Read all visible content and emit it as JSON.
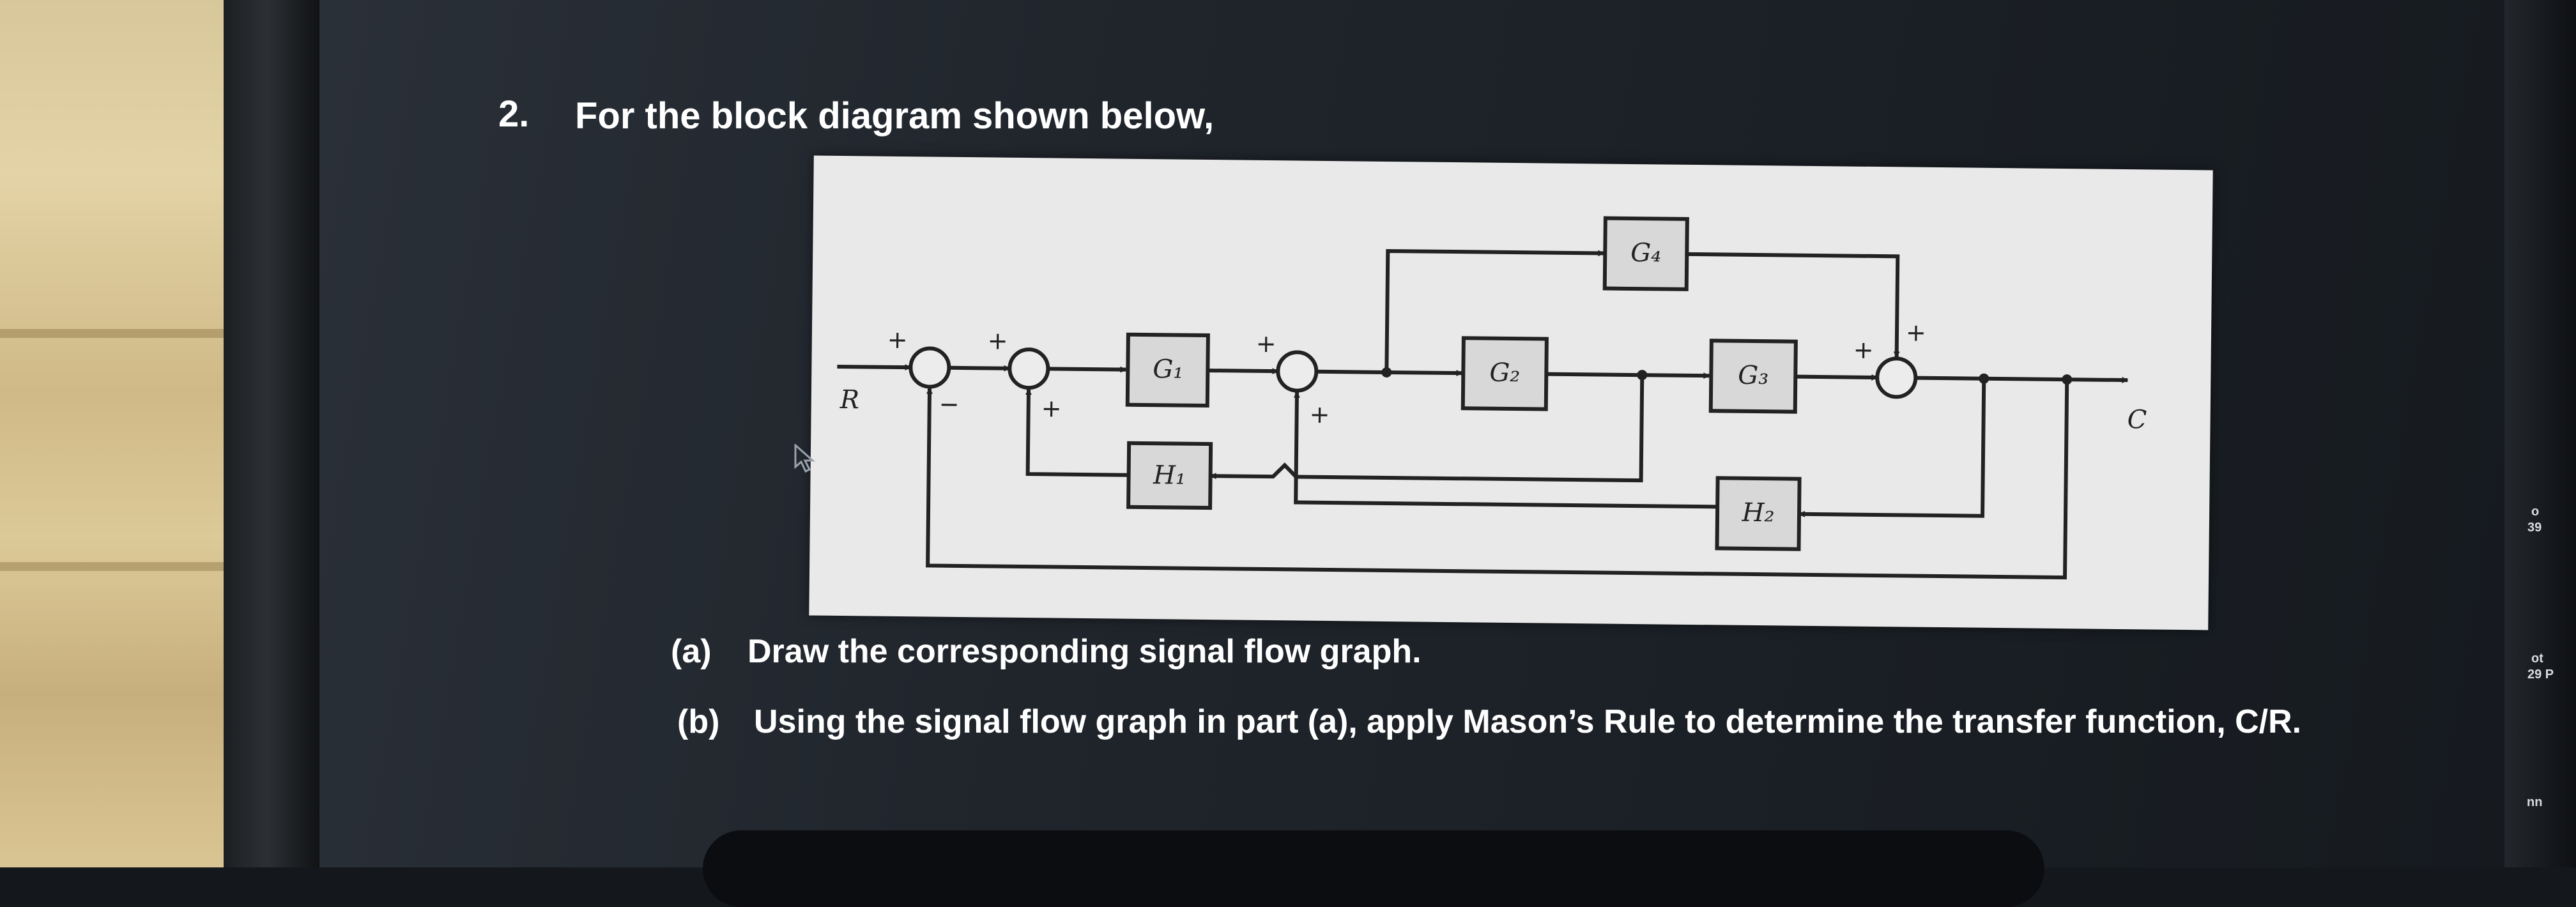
{
  "question": {
    "number": "2.",
    "prompt": "For the block diagram shown below,"
  },
  "diagram": {
    "input_label": "R",
    "output_label": "C",
    "blocks": {
      "g1": "G₁",
      "g2": "G₂",
      "g3": "G₃",
      "g4": "G₄",
      "h1": "H₁",
      "h2": "H₂"
    },
    "signs": {
      "s1_in": "+",
      "s1_fb": "−",
      "s2_in": "+",
      "s2_fb": "+",
      "s3_in": "+",
      "s3_fb": "+",
      "s4_in": "+",
      "s4_top": "+"
    }
  },
  "parts": [
    {
      "label": "(a)",
      "text": "Draw the corresponding signal flow graph."
    },
    {
      "label": "(b)",
      "text": "Using the signal flow graph in part (a), apply Mason’s Rule to determine the transfer function, C/R."
    }
  ],
  "side_text": [
    "o",
    "39",
    "ot",
    "29 P",
    "nn"
  ],
  "colors": {
    "text": "#ffffff",
    "paper": "#e9e9e9",
    "ink": "#222222"
  }
}
